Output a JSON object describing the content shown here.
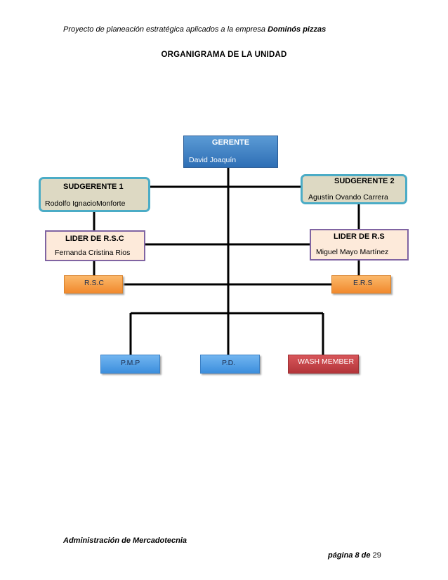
{
  "header": {
    "text": "Proyecto de planeación estratégica aplicados a la empresa ",
    "brand": "Dominós pizzas"
  },
  "title": "ORGANIGRAMA DE LA UNIDAD",
  "org": {
    "gerente": {
      "role": "GERENTE",
      "name": "David Joaquín"
    },
    "subgerente1": {
      "role": "SUDGERENTE 1",
      "name": "Rodolfo IgnacioMonforte"
    },
    "subgerente2": {
      "role": "SUDGERENTE 2",
      "name": "Agustín Ovando Carrera"
    },
    "lider_rsc": {
      "role": "LIDER DE R.S.C",
      "name": "Fernanda Cristina Rios"
    },
    "lider_rs": {
      "role": "LIDER DE R.S",
      "name": "Miguel Mayo Martínez"
    },
    "rsc": "R.S.C",
    "ers": "E.R.S",
    "pmp": "P.M.P",
    "pd": "P.D.",
    "wash": "WASH MEMBER",
    "colors": {
      "gerente": "#2e6fb5",
      "subgerente_fill": "#ddd9c3",
      "subgerente_border": "#4bacc6",
      "lider_fill": "#fdeada",
      "lider_border": "#8064a2",
      "orange": "#f18a2e",
      "blue": "#3d8fdd",
      "red": "#b3353a"
    }
  },
  "footer": {
    "left": "Administración de Mercadotecnia",
    "page_label": "página 8 de ",
    "page_total": "29"
  }
}
